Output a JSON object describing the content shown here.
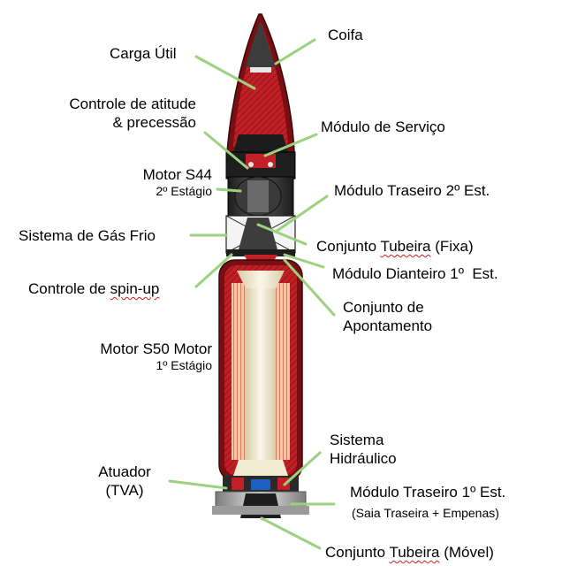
{
  "labels": {
    "coifa": "Coifa",
    "carga_util": "Carga Útil",
    "controle_atitude_1": "Controle de atitude",
    "controle_atitude_2": "& precessão",
    "modulo_servico": "Módulo de Serviço",
    "motor_s44": "Motor S44",
    "s44_estagio": "2º Estágio",
    "modulo_traseiro_2": "Módulo Traseiro 2º Est.",
    "gas_frio": "Sistema de Gás Frio",
    "tubeira_fixa_a": "Conjunto ",
    "tubeira_fixa_b": "Tubeira",
    "tubeira_fixa_c": " (Fixa)",
    "modulo_dianteiro_1": "Módulo Dianteiro 1º  Est.",
    "spin_up_a": "Controle de ",
    "spin_up_b": "spin-up",
    "apontamento_1": "Conjunto de",
    "apontamento_2": "Apontamento",
    "motor_s50": "Motor S50 Motor",
    "s50_estagio": "1º Estágio",
    "sistema_hidraulico_1": "Sistema",
    "sistema_hidraulico_2": "Hidráulico",
    "atuador_1": "Atuador",
    "atuador_2": "(TVA)",
    "modulo_traseiro_1": "Módulo Traseiro 1º Est.",
    "saia_traseira": "(Saia Traseira + Empenas)",
    "tubeira_movel_a": "Conjunto ",
    "tubeira_movel_b": "Tubeira",
    "tubeira_movel_c": " (Móvel)"
  },
  "colors": {
    "leader_line": "#9bd17f",
    "body_red": "#c22026",
    "body_dark": "#6e0d10",
    "motor_core": "#f3ecd2",
    "dark_metal": "#2b2b2b",
    "nozzle_blue": "#1f5fbf"
  }
}
